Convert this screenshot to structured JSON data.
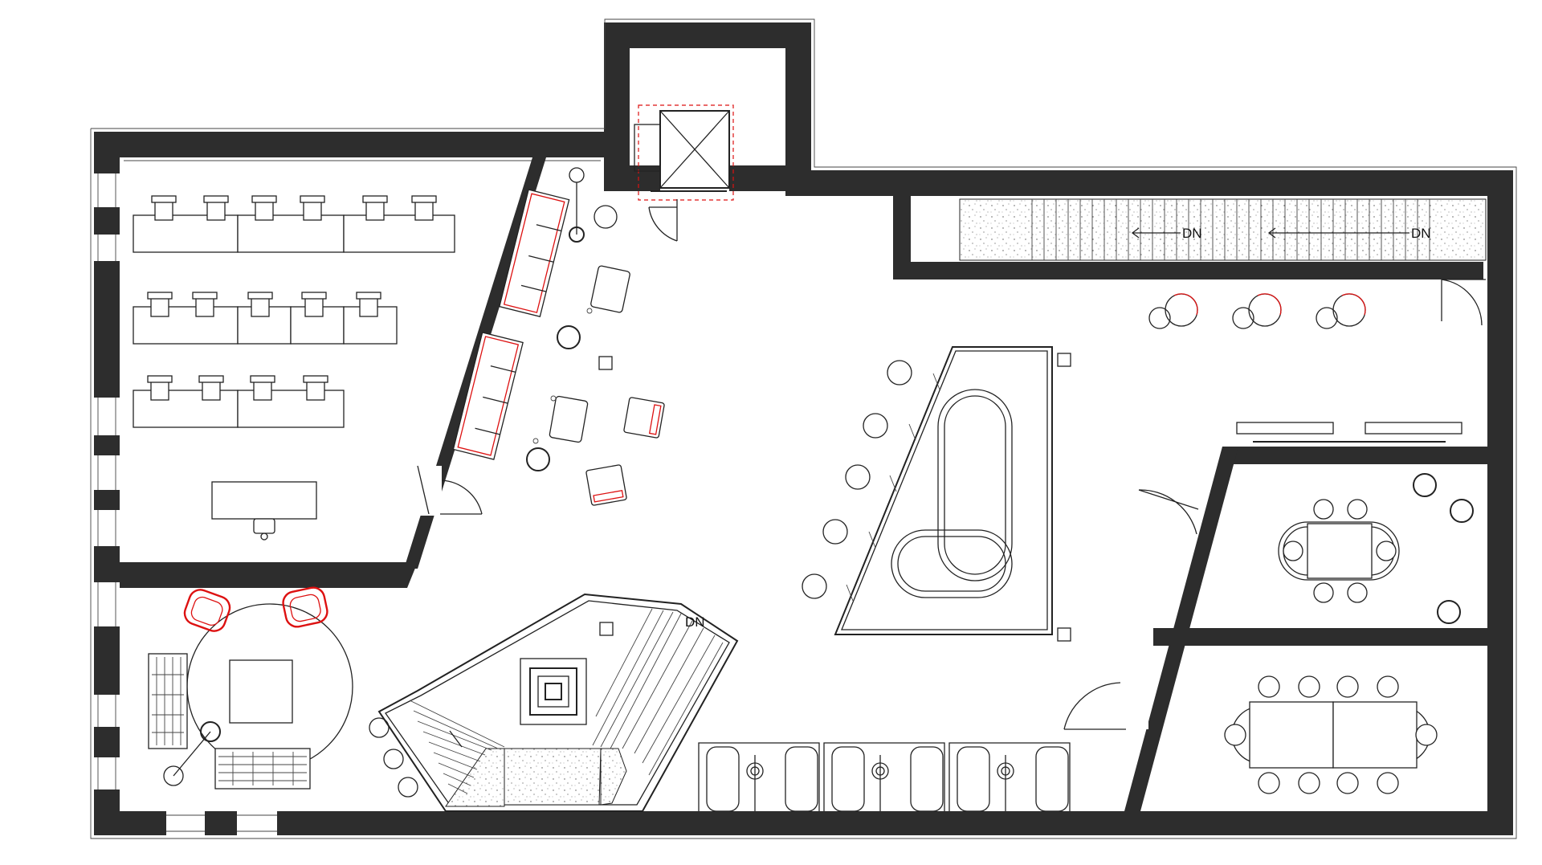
{
  "labels": {
    "stair_top_left": "DN",
    "stair_top_right": "DN",
    "stair_center": "DN"
  },
  "colors": {
    "wall": "#2d2d2d",
    "line": "#222222",
    "highlight": "#dd1111",
    "background": "#ffffff"
  }
}
